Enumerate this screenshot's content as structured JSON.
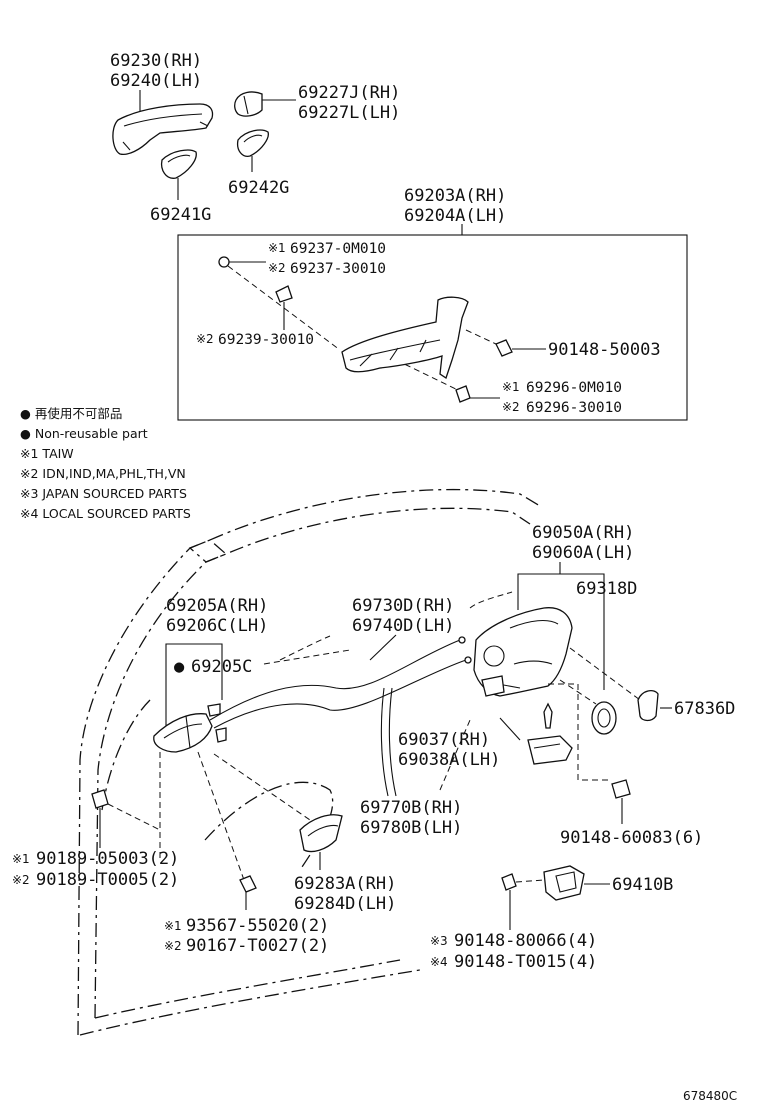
{
  "labels": {
    "p69230": "69230(RH)",
    "p69240": "69240(LH)",
    "p69227J": "69227J(RH)",
    "p69227L": "69227L(LH)",
    "p69242G": "69242G",
    "p69241G": "69241G",
    "p69203A": "69203A(RH)",
    "p69204A": "69204A(LH)",
    "p69237_0M010": "69237-0M010",
    "p69237_30010": "69237-30010",
    "p69239_30010": "69239-30010",
    "p90148_50003": "90148-50003",
    "p69296_0M010": "69296-0M010",
    "p69296_30010": "69296-30010",
    "p69050A": "69050A(RH)",
    "p69060A": "69060A(LH)",
    "p69318D": "69318D",
    "p69205A": "69205A(RH)",
    "p69206C": "69206C(LH)",
    "p69205C": "69205C",
    "p69730D": "69730D(RH)",
    "p69740D": "69740D(LH)",
    "p67836D": "67836D",
    "p69037": "69037(RH)",
    "p69038A": "69038A(LH)",
    "p69770B": "69770B(RH)",
    "p69780B": "69780B(LH)",
    "p90148_60083": "90148-60083(6)",
    "p90189_05003": "90189-05003(2)",
    "p90189_T0005": "90189-T0005(2)",
    "p69283A": "69283A(RH)",
    "p69284D": "69284D(LH)",
    "p69410B": "69410B",
    "p93567_55020": "93567-55020(2)",
    "p90167_T0027": "90167-T0027(2)",
    "p90148_80066": "90148-80066(4)",
    "p90148_T0015": "90148-T0015(4)"
  },
  "marks": {
    "m1": "※1",
    "m2": "※2",
    "m3": "※3",
    "m4": "※4",
    "bullet": "●"
  },
  "legend": {
    "line1": "● 再使用不可部品",
    "line2": "● Non-reusable part",
    "line3": "※1 TAIW",
    "line4": "※2 IDN,IND,MA,PHL,TH,VN",
    "line5": "※3 JAPAN SOURCED PARTS",
    "line6": "※4 LOCAL SOURCED PARTS"
  },
  "illustration_code": "678480C"
}
